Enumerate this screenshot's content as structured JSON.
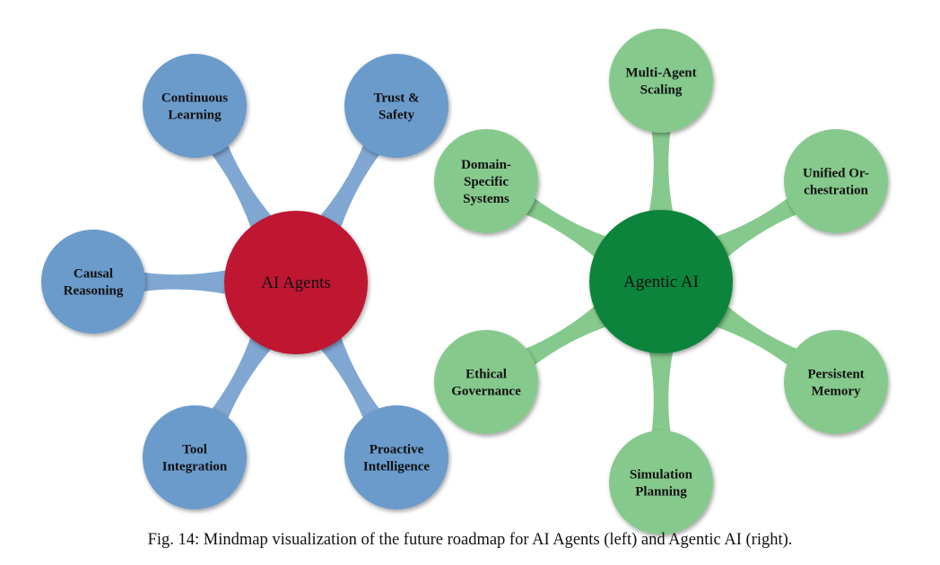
{
  "caption": "Fig. 14: Mindmap visualization of the future roadmap for AI Agents (left) and Agentic AI (right).",
  "colors": {
    "ai_center": "#bf1331",
    "ai_leaf": "#6a9bcb",
    "ai_link": "#7fa7d2",
    "agentic_center": "#11843a",
    "agentic_leaf": "#86c98d",
    "agentic_link": "#86c98d",
    "center_text": "#111111",
    "leaf_text": "#111111"
  },
  "mindmaps": [
    {
      "id": "ai-agents",
      "center": {
        "label": "AI Agents"
      },
      "leaves": [
        {
          "id": "continuous-learning",
          "lines": [
            "Continuous",
            "Learning"
          ]
        },
        {
          "id": "trust-safety",
          "lines": [
            "Trust &",
            "Safety"
          ]
        },
        {
          "id": "causal-reasoning",
          "lines": [
            "Causal",
            "Reasoning"
          ]
        },
        {
          "id": "tool-integration",
          "lines": [
            "Tool",
            "Integration"
          ]
        },
        {
          "id": "proactive-intelligence",
          "lines": [
            "Proactive",
            "Intelligence"
          ]
        }
      ]
    },
    {
      "id": "agentic-ai",
      "center": {
        "label": "Agentic AI"
      },
      "leaves": [
        {
          "id": "multi-agent-scaling",
          "lines": [
            "Multi-Agent",
            "Scaling"
          ]
        },
        {
          "id": "domain-specific-systems",
          "lines": [
            "Domain-",
            "Specific",
            "Systems"
          ]
        },
        {
          "id": "unified-orchestration",
          "lines": [
            "Unified Or-",
            "chestration"
          ]
        },
        {
          "id": "ethical-governance",
          "lines": [
            "Ethical",
            "Governance"
          ]
        },
        {
          "id": "persistent-memory",
          "lines": [
            "Persistent",
            "Memory"
          ]
        },
        {
          "id": "simulation-planning",
          "lines": [
            "Simulation",
            "Planning"
          ]
        }
      ]
    }
  ]
}
